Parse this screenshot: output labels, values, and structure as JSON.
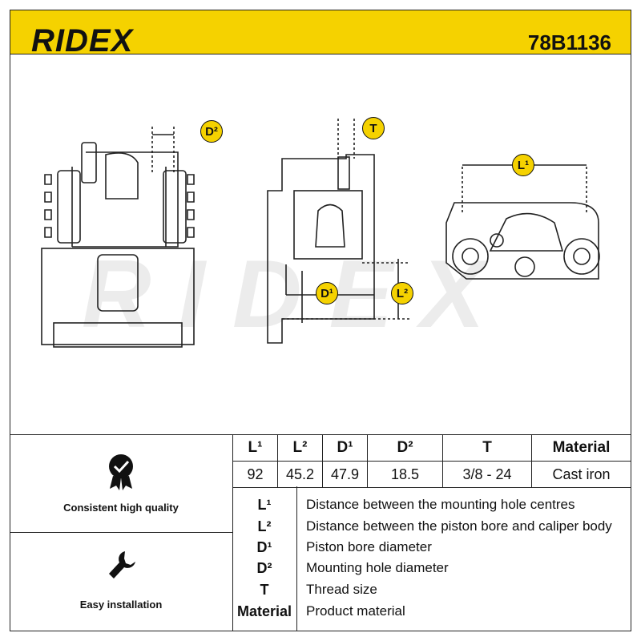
{
  "header": {
    "brand": "RIDEX",
    "part_number": "78B1136",
    "accent_color": "#f5d200"
  },
  "drawing": {
    "watermark": "RIDEX",
    "badges": {
      "d2": "D²",
      "t": "T",
      "l1": "L¹",
      "d1": "D¹",
      "l2": "L²"
    }
  },
  "features": [
    {
      "icon": "quality-badge-icon",
      "label": "Consistent high quality"
    },
    {
      "icon": "wrench-icon",
      "label": "Easy installation"
    }
  ],
  "spec_table": {
    "headers": [
      "L¹",
      "L²",
      "D¹",
      "D²",
      "T",
      "Material"
    ],
    "values": [
      "92",
      "45.2",
      "47.9",
      "18.5",
      "3/8 - 24",
      "Cast iron"
    ]
  },
  "legend": [
    {
      "key": "L¹",
      "desc": "Distance between the mounting hole centres"
    },
    {
      "key": "L²",
      "desc": "Distance between the piston bore and caliper body"
    },
    {
      "key": "D¹",
      "desc": "Piston bore diameter"
    },
    {
      "key": "D²",
      "desc": "Mounting hole diameter"
    },
    {
      "key": "T",
      "desc": "Thread size"
    },
    {
      "key": "Material",
      "desc": "Product material"
    }
  ]
}
